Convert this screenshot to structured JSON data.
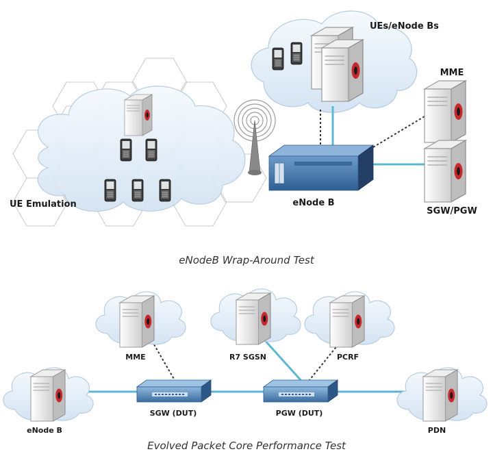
{
  "diagram_top": {
    "caption": "eNodeB Wrap-Around Test",
    "labels": {
      "ues_enodebs": "UEs/eNode Bs",
      "mme": "MME",
      "enodeb": "eNode B",
      "sgw_pgw": "SGW/PGW",
      "ue_emulation": "UE Emulation"
    }
  },
  "diagram_bottom": {
    "caption": "Evolved Packet Core Performance Test",
    "labels": {
      "mme": "MME",
      "r7_sgsn": "R7 SGSN",
      "pcrf": "PCRF",
      "enodeb": "eNode B",
      "sgw": "SGW (DUT)",
      "pgw": "PGW (DUT)",
      "pdn": "PDN"
    }
  },
  "colors": {
    "link": "#5fb6d3",
    "device_blue": "#4a79a8",
    "server_red": "#c8282d",
    "cloud_fill": "#e6f0fa",
    "cloud_stroke": "#b9cde0"
  }
}
